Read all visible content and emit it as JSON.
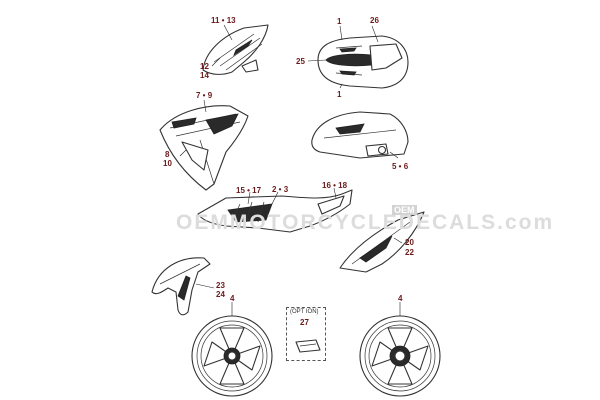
{
  "watermark": {
    "main": "OEMMOTORCYCLEDECALS.com",
    "badge": "OEM"
  },
  "callouts": {
    "c11_13": "11 • 13",
    "c12": "12",
    "c14": "14",
    "c1_top": "1",
    "c26": "26",
    "c25": "25",
    "c1_bottom": "1",
    "c7_9": "7 • 9",
    "c8": "8",
    "c10": "10",
    "c5_6": "5 • 6",
    "c15_17": "15 • 17",
    "c2_3": "2 • 3",
    "c16_18": "16 • 18",
    "c20": "20",
    "c22": "22",
    "c23": "23",
    "c24": "24",
    "c4_left": "4",
    "c4_right": "4",
    "c27": "27"
  },
  "option_box": {
    "label": "(OPT ION)"
  },
  "colors": {
    "callout": "#6b1a1a",
    "line": "#333333",
    "watermark": "#dcdcdc"
  }
}
